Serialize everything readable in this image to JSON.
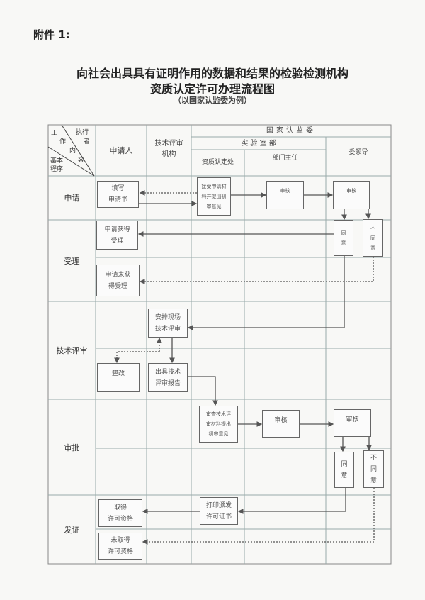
{
  "attachment_label": "附件 1:",
  "title_line1": "向社会出具具有证明作用的数据和结果的检验检测机构",
  "title_line2": "资质认定许可办理流程图",
  "subtitle": "（以国家认监委为例）",
  "corner": {
    "a": "工",
    "b": "执行",
    "c": "作",
    "d": "者",
    "e": "内",
    "f": "容",
    "g": "基本",
    "h": "程序"
  },
  "columns": {
    "applicant": "申请人",
    "tech_review_org": "技术评审\n机构",
    "cnca": "国家认监委",
    "lab_dept": "实 验 室 部",
    "qual_office": "资质认定处",
    "dept_director": "部门主任",
    "committee_leader": "委领导"
  },
  "stages": [
    "申请",
    "受理",
    "技术评审",
    "审批",
    "发证"
  ],
  "boxes": {
    "fill_application": "填写\n申请书",
    "receive_materials": "接受申请材\n料并提出初\n审意见",
    "review1": "审核",
    "review2": "审核",
    "agree1": "同\n意",
    "disagree1": "不\n同\n意",
    "accepted": "申请获得\n受理",
    "not_accepted": "申请未获\n得受理",
    "arrange_review": "安排现场\n技术评审",
    "rectify": "整改",
    "issue_report": "出具技术\n评审报告",
    "examine_materials": "审查技术评\n审材料提出\n初审意见",
    "review3": "审核",
    "review4": "审核",
    "agree2": "同\n意",
    "disagree2": "不\n同\n意",
    "print_certificate": "打印颁发\n许可证书",
    "obtain_qualification": "取得\n许可资格",
    "not_obtain_qualification": "未取得\n许可资格"
  }
}
